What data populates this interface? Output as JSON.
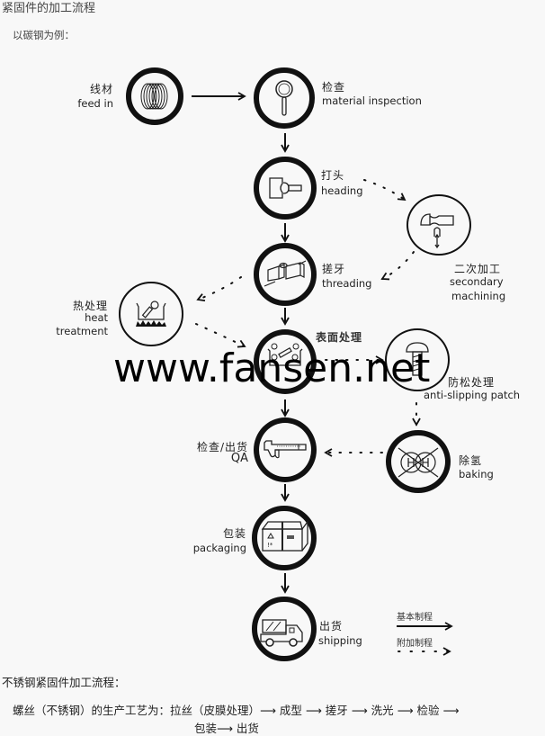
{
  "header": {
    "title": "紧固件的加工流程",
    "subtitle": "以碳钢为例："
  },
  "steps": {
    "feed_in": {
      "cn": "线材",
      "en": "feed in",
      "icon": "wire-coil-icon"
    },
    "material_inspection": {
      "cn": "检查",
      "en": "material inspection",
      "icon": "magnifier-icon"
    },
    "heading": {
      "cn": "打头",
      "en": "heading",
      "icon": "heading-die-icon"
    },
    "secondary_machining": {
      "cn": "二次加工",
      "en1": "secondary",
      "en2": "machining",
      "icon": "drill-icon"
    },
    "threading": {
      "cn": "搓牙",
      "en": "threading",
      "icon": "thread-rolling-icon"
    },
    "heat_treatment": {
      "cn": "热处理",
      "en1": "heat",
      "en2": "treatment",
      "icon": "furnace-icon"
    },
    "surface_treatment": {
      "cn": "表面处理",
      "icon": "plating-tank-icon"
    },
    "anti_slipping": {
      "cn": "防松处理",
      "en": "anti-slipping patch",
      "icon": "screw-icon"
    },
    "qa": {
      "cn": "检查/出货",
      "en": "QA",
      "icon": "caliper-icon"
    },
    "baking": {
      "cn": "除氢",
      "en": "baking",
      "icon": "hydrogen-removal-icon"
    },
    "packaging": {
      "cn": "包装",
      "en": "packaging",
      "icon": "box-icon"
    },
    "shipping": {
      "cn": "出货",
      "en": "shipping",
      "icon": "truck-icon"
    }
  },
  "watermark": "www.fansen.net",
  "legend": {
    "basic": "基本制程",
    "additional": "附加制程"
  },
  "stainless": {
    "heading": "不锈钢紧固件加工流程：",
    "line1": "螺丝（不锈钢）的生产工艺为：拉丝（皮膜处理）⟶ 成型 ⟶ 搓牙 ⟶ 洗光 ⟶ 检验 ⟶",
    "line2": "包装⟶ 出货"
  }
}
